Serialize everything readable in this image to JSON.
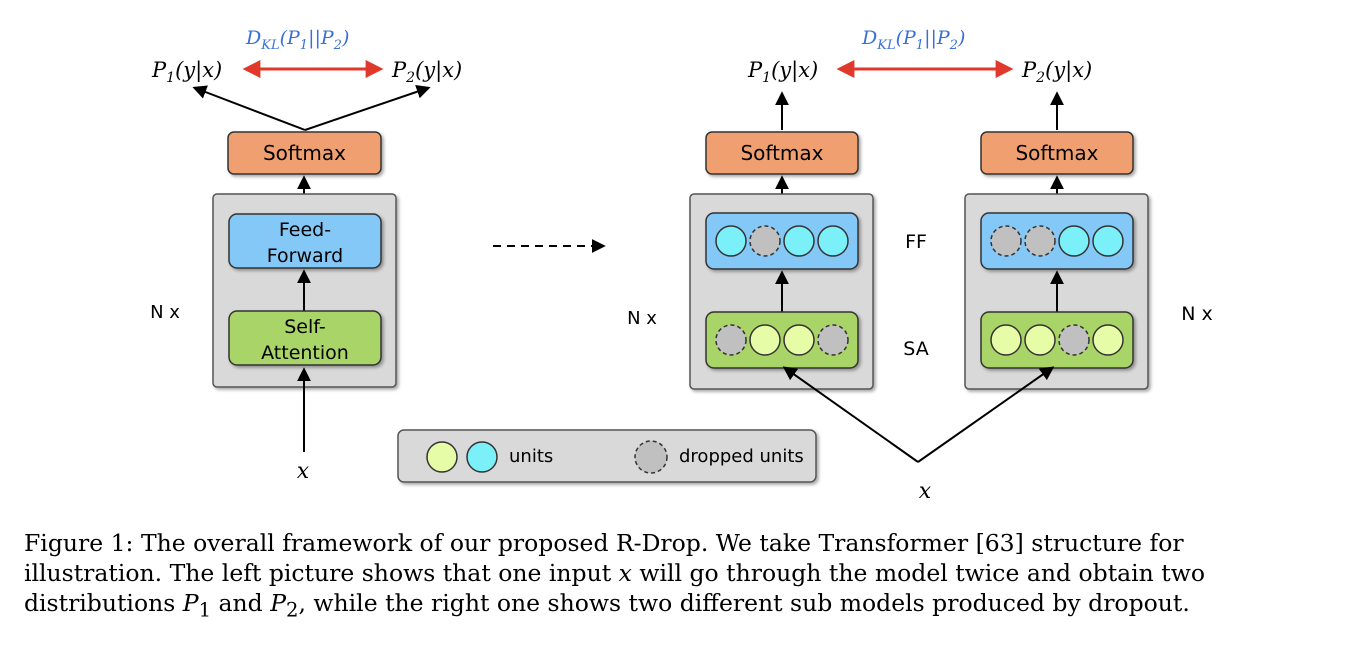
{
  "left": {
    "kl_label": "D_KL(P_1||P_2)",
    "kl_label_parts": {
      "D": "D",
      "sub": "KL",
      "arg": "(P",
      "s1": "1",
      "mid": "||P",
      "s2": "2",
      "close": ")"
    },
    "p1": {
      "P": "P",
      "sub": "1",
      "rest": "(y|x)"
    },
    "p2": {
      "P": "P",
      "sub": "2",
      "rest": "(y|x)"
    },
    "softmax": "Softmax",
    "ff_line1": "Feed-",
    "ff_line2": "Forward",
    "sa_line1": "Self-",
    "sa_line2": "Attention",
    "repeat": "N x",
    "input": "x"
  },
  "right": {
    "kl_label_parts": {
      "D": "D",
      "sub": "KL",
      "arg": "(P",
      "s1": "1",
      "mid": "||P",
      "s2": "2",
      "close": ")"
    },
    "p1": {
      "P": "P",
      "sub": "1",
      "rest": "(y|x)"
    },
    "p2": {
      "P": "P",
      "sub": "2",
      "rest": "(y|x)"
    },
    "softmax_a": "Softmax",
    "softmax_b": "Softmax",
    "ff_label": "FF",
    "sa_label": "SA",
    "repeat_a": "N x",
    "repeat_b": "N x",
    "input": "x"
  },
  "legend": {
    "units": "units",
    "dropped": "dropped units"
  },
  "colors": {
    "softmax": "#f0a070",
    "ff": "#84c8f8",
    "sa": "#a8d468",
    "container": "#d9d9d9",
    "unit_green": "#e6fca6",
    "unit_cyan": "#7cf0f8",
    "unit_dropped": "#c0c0c0",
    "kl_arrow": "#e0392b",
    "kl_text": "#3a6fd8"
  },
  "caption": {
    "line1": "Figure 1: The overall framework of our proposed R-Drop. We take Transformer [63] structure for",
    "line2_a": "illustration. The left picture shows that one input ",
    "line2_x": "x",
    "line2_b": " will go through the model twice and obtain two",
    "line3_a": "distributions ",
    "line3_p1": "P",
    "line3_s1": "1",
    "line3_b": " and ",
    "line3_p2": "P",
    "line3_s2": "2",
    "line3_c": ", while the right one shows two different sub models produced by dropout."
  }
}
